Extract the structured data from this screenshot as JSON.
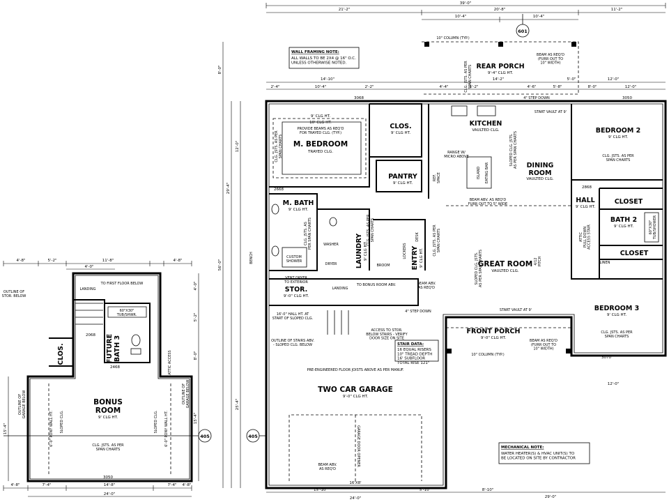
{
  "bonus_level": {
    "rooms": {
      "bonus": {
        "name": "BONUS\nROOM",
        "sub": "9' CLG HT."
      },
      "closet": {
        "name": "CLOS."
      },
      "future_bath": {
        "name": "FUTURE\nBATH 3"
      }
    },
    "notes": {
      "to_first_floor": "TO FIRST FLOOR BELOW",
      "landing": "LANDING",
      "tub_shwr": "60\"X30\"\nTUB/SHWR.",
      "outline_stor": "OUTLINE OF\nSTOR. BELOW",
      "outline_garage_left": "OUTLINE OF\nGARAGE BELOW",
      "outline_garage_right": "OUTLINE OF\nGARAGE BELOW",
      "clg_joists": "CLG. JSTS. AS PER\nSPAN CHARTS",
      "attic_access": "ATTIC ACCESS",
      "sloped_clg_left": "SLOPED CLG.",
      "sloped_clg_right": "SLOPED CLG.",
      "pony_wall_left": "6'-0\" PONY WALL HT.",
      "pony_wall_right": "6'-0\" PONY WALL HT."
    },
    "dims": {
      "top_1": "4'-8\"",
      "top_2": "5'-2\"",
      "top_3": "11'-8\"",
      "top_4": "4'-0\"",
      "top_5": "4'-8\"",
      "bottom_total": "24'-0\"",
      "bottom_1": "4'-8\"",
      "bottom_2": "7'-4\"",
      "bottom_3": "14'-8\"",
      "bottom_4": "7'-4\"",
      "bottom_5": "4'-8\"",
      "right_1": "4'-0\"",
      "right_2": "5'-2\"",
      "right_3": "8'-0\"",
      "right_4": "15'-4\"",
      "left_1": "15'-4\"",
      "door_1": "2068",
      "door_2": "2468",
      "door_3": "3050"
    },
    "tag": "405"
  },
  "main_level": {
    "rooms": {
      "master_bed": {
        "name": "M. BEDROOM",
        "sub": "TRAYED CLG."
      },
      "closet": {
        "name": "CLOS.",
        "sub": "9' CLG HT."
      },
      "pantry": {
        "name": "PANTRY",
        "sub": "9' CLG HT."
      },
      "kitchen": {
        "name": "KITCHEN",
        "sub": "VAULTED CLG."
      },
      "rear_porch": {
        "name": "REAR PORCH",
        "sub": "9'-4\" CLG HT."
      },
      "bedroom2": {
        "name": "BEDROOM 2",
        "sub": "9' CLG HT."
      },
      "dining": {
        "name": "DINING\nROOM",
        "sub": "VAULTED CLG."
      },
      "hall": {
        "name": "HALL",
        "sub": "9' CLG HT."
      },
      "closet_a": {
        "name": "CLOSET"
      },
      "bath2": {
        "name": "BATH 2",
        "sub": "9' CLG HT."
      },
      "closet_b": {
        "name": "CLOSET"
      },
      "master_bath": {
        "name": "M. BATH",
        "sub": "9' CLG HT."
      },
      "laundry": {
        "name": "LAUNDRY",
        "sub": "9' CLG HT."
      },
      "entry": {
        "name": "ENTRY",
        "sub": "9' CLG HT."
      },
      "great_room": {
        "name": "GREAT ROOM",
        "sub": "VAULTED CLG."
      },
      "stor": {
        "name": "STOR.",
        "sub": "9'-0\" CLG HT."
      },
      "bedroom3": {
        "name": "BEDROOM 3",
        "sub": "9' CLG HT."
      },
      "front_porch": {
        "name": "FRONT PORCH",
        "sub": "9'-0\" CLG HT."
      },
      "garage": {
        "name": "TWO CAR GARAGE",
        "sub": "9'-0\" CLG HT."
      }
    },
    "notes": {
      "framing_title": "WALL FRAMING NOTE:",
      "framing_text": "ALL WALLS TO BE 2X4 @ 16\" O.C.\nUNLESS OTHERWISE NOTED.",
      "mech_title": "MECHANICAL NOTE:",
      "mech_text": "WATER HEATER(S) & HVAC UNIT(S) TO\nBE LOCATED ON SITE BY CONTRACTOR",
      "stair_title": "STAIR DATA:",
      "stair_text": "16 EQUAL RISERS\n10\" TREAD DEPTH\n16' SUBFLOOR\nTOTAL RISE 121\"",
      "column_typ_top": "10\" COLUMN (TYP.)",
      "column_typ_bottom": "10\" COLUMN (TYP.)",
      "beam_req_top": "BEAM AS REQ'D\n(FURR OUT TO\n10\" WIDTH)",
      "beam_req_front": "BEAM AS REQ'D\n(FURR OUT TO\n10\" WIDTH)",
      "pre_engineered": "PRE-ENGINEERED FLOOR JOISTS ABOVE AS PER MANUF.",
      "start_vault_top": "START VAULT AT 9'",
      "start_vault_bottom": "START VAULT AT 9'",
      "step_down_top": "4\" STEP DOWN",
      "step_down_bottom": "4\" STEP DOWN",
      "beam_abv_top": "BEAM ABV. AS REQ'D\nFURR OUT TO 5\" WIDE",
      "beam_abv_garage": "BEAM ABV.\nAS REQ'D",
      "beam_abv_stor": "BEAM ABV.\nAS REQ'D",
      "provide_beams": "PROVIDE BEAMS AS REQ'D\nFOR TRAYED CLG. (TYP.)",
      "tray_clg": "10' CLG HT.",
      "tray_clg_small": "9' CLG HT.",
      "access_stor": "ACCESS TO STOR.\nBELOW STAIRS - VERIFY\nDOOR SIZE ON SITE",
      "outline_stairs": "OUTLINE OF STAIRS ABV.\n- SLOPED CLG. BELOW",
      "start_sloped": "16'-0\" HALL HT. AT\nSTART OF SLOPED CLG.",
      "vent_dryer": "VENT DRYER\nTO EXTERIOR",
      "to_bonus": "TO BONUS ROOM ABV.",
      "landing": "LANDING",
      "garage_door": "GARAGE DOOR OPENER",
      "attic_access": "ATTIC\nPULL DOWN\nACCESS STAIR",
      "tub_shower": "60\"X30\"\nTUB/SHOWER",
      "custom_shower": "CUSTOM\nSHOWER",
      "linen": "LINEN",
      "bench": "BENCH",
      "dryer": "DRYER",
      "washer": "WASHER",
      "broom": "BROOM",
      "lockers": "LOCKERS",
      "desk": "DESK",
      "island": "ISLAND",
      "eating_bar": "EATING BAR",
      "ref_space": "REF.\nSPACE",
      "range_micro": "RANGE W/\nMICRO ABOVE",
      "clg_joists_bed2": "CLG. JSTS. AS PER\nSPAN CHARTS",
      "clg_joists_bed3": "CLG. JSTS. AS PER\nSPAN CHARTS",
      "clg_joists_mbed": "CLG. JSTS. AS PER\nSPAN CHARTS",
      "clg_joists_mbath": "CLG. JSTS. AS\nPER SPAN CHARTS",
      "clg_joists_laundry": "CLG. JSTS. AS PER\nSPAN CHARTS",
      "clg_joists_entry": "CLG. JSTS. AS PER\nSPAN CHARTS",
      "clg_joists_porch": "CLG. JSTS. AS PER\nSPAN CHARTS",
      "sloped_jst_kitchen": "SLOPED CLG. JSTS.\nAS PER SPAN CHARTS",
      "sloped_jst_great": "SLOPED CLG. JSTS.\nAS PER SPAN CHARTS",
      "pitch": "4/12\nPITCH"
    },
    "dims": {
      "top_overall": "39'-0\"",
      "top_1": "21'-2\"",
      "top_2": "20'-8\"",
      "top_3": "11'-2\"",
      "top_porch_1": "10'-4\"",
      "top_porch_2": "10'-4\"",
      "row2_1": "14'-10\"",
      "row2_2": "14'-2\"",
      "row2_3": "5'-0\"",
      "row2_4": "12'-0\"",
      "row3_1": "2'-4\"",
      "row3_2": "10'-4\"",
      "row3_3": "2'-2\"",
      "row3_4": "4'-4\"",
      "row3_5": "5'-2\"",
      "row3_6": "4'-6\"",
      "row3_7": "5'-8\"",
      "row3_8": "8'-0\"",
      "row3_9": "12'-0\"",
      "left_1": "8'-0\"",
      "left_2": "29'-4\"",
      "left_3": "56'-0\"",
      "left_4": "12'-0\"",
      "left_5": "25'-4\"",
      "bottom_1": "15'-10\"",
      "bottom_2": "5'-10\"",
      "bottom_3": "8'-10\"",
      "bottom_4": "29'-0\"",
      "bottom_5": "12'-0\"",
      "bottom_6": "24'-0\"",
      "garage_door_size": "16'X8'",
      "door_3068": "3068",
      "door_2868": "2868",
      "door_2668": "2668",
      "door_3050": "3050",
      "door_3070": "3070"
    },
    "tags": {
      "top": "601",
      "side": "405"
    }
  }
}
